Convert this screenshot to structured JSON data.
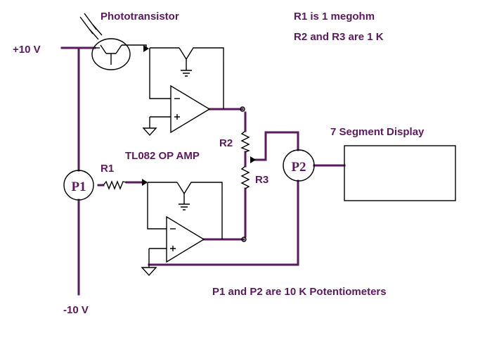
{
  "labels": {
    "phototransistor": "Phototransistor",
    "r1_note": "R1 is 1 megohm",
    "r2r3_note": "R2 and R3 are 1 K",
    "plus_supply": "+10 V",
    "minus_supply": "-10 V",
    "display": "7 Segment Display",
    "opamp": "TL082 OP AMP",
    "r1": "R1",
    "r2": "R2",
    "r3": "R3",
    "pot_note": "P1 and P2 are 10 K Potentiometers"
  },
  "nodes": {
    "p1": "P1",
    "p2": "P2"
  },
  "colors": {
    "wire": "#5a1a5e",
    "components": "#000000",
    "background": "#ffffff"
  }
}
